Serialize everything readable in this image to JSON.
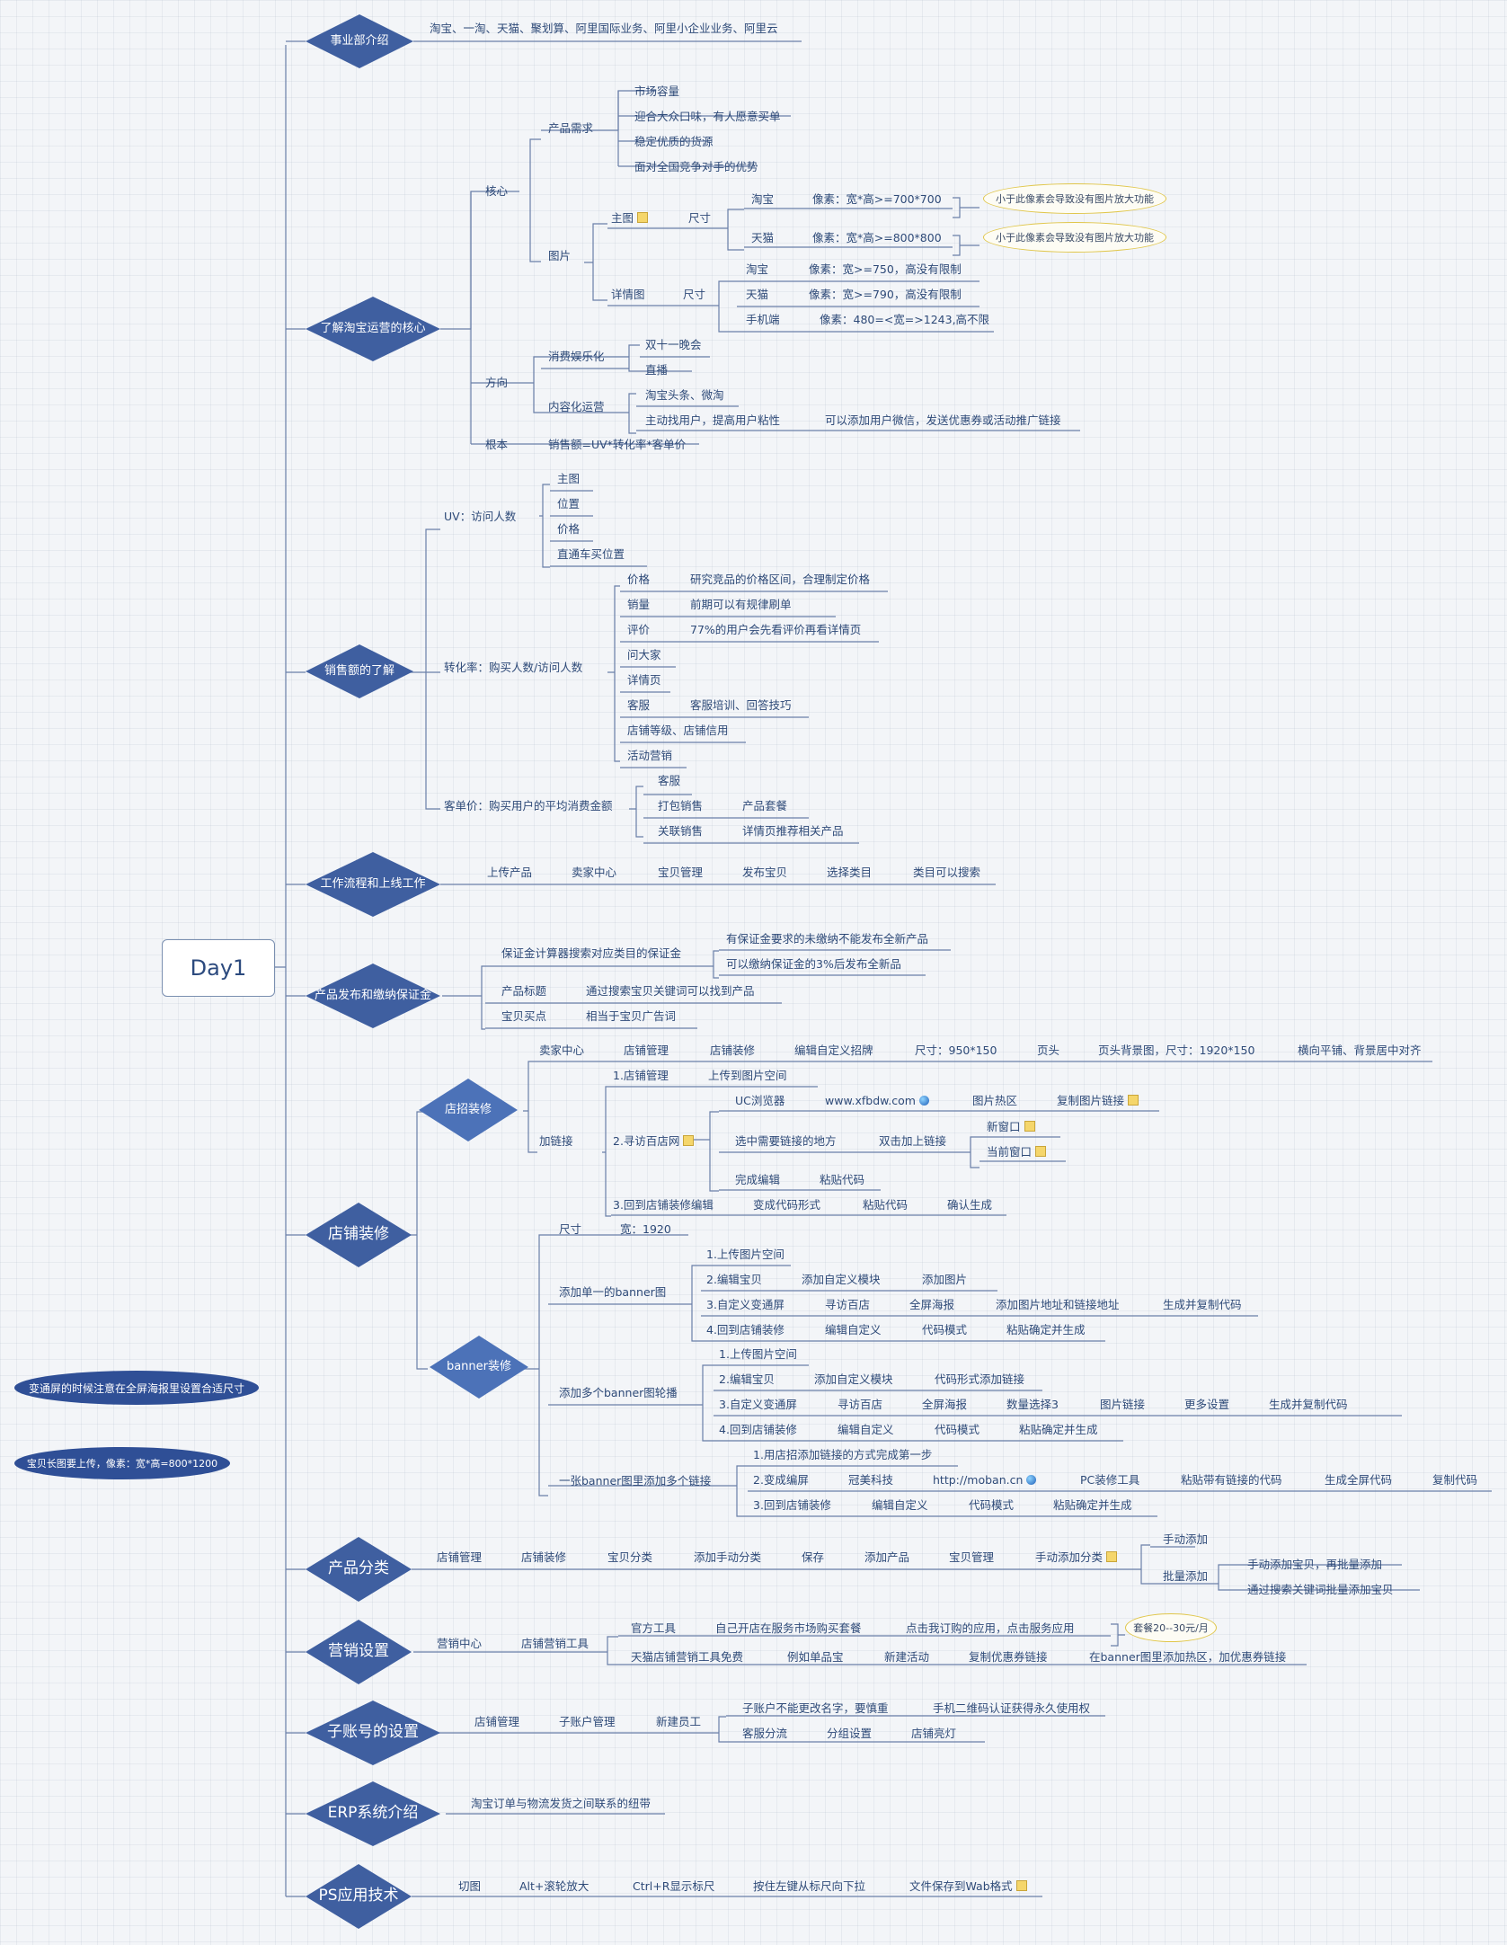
{
  "root": "Day1",
  "notes": {
    "fullscreen": "变通屏的时候注意在全屏海报里设置合适尺寸",
    "long_image": "宝贝长图要上传，像素：宽*高=800*1200"
  },
  "branches": {
    "b1": "事业部介绍",
    "b2": "了解淘宝运营的核心",
    "b3": "销售额的了解",
    "b4": "工作流程和上线工作",
    "b5": "产品发布和缴纳保证金",
    "b6": "店铺装修",
    "b7": "产品分类",
    "b8": "营销设置",
    "b9": "子账号的设置",
    "b10": "ERP系统介绍",
    "b11": "PS应用技术"
  },
  "b1": {
    "n1": "淘宝、一淘、天猫、聚划算、阿里国际业务、阿里小企业业务、阿里云"
  },
  "b2": {
    "core": "核心",
    "demand": "产品需求",
    "d1": "市场容量",
    "d2": "迎合大众口味，有人愿意买单",
    "d3": "稳定优质的货源",
    "d4": "面对全国竞争对手的优势",
    "pic": "图片",
    "main": "主图",
    "size": "尺寸",
    "tb": "淘宝",
    "tb_px": "像素：宽*高>=700*700",
    "tm": "天猫",
    "tm_px": "像素：宽*高>=800*800",
    "oval1": "小于此像素会导致没有图片放大功能",
    "oval2": "小于此像素会导致没有图片放大功能",
    "detail": "详情图",
    "size2": "尺寸",
    "dtb": "淘宝",
    "dtb_px": "像素：宽>=750，高没有限制",
    "dtm": "天猫",
    "dtm_px": "像素：宽>=790，高没有限制",
    "phone": "手机端",
    "phone_px": "像素：480=<宽=>1243,高不限",
    "dir": "方向",
    "ent": "消费娱乐化",
    "e1": "双十一晚会",
    "e2": "直播",
    "content": "内容化运营",
    "c1": "淘宝头条、微淘",
    "c2": "主动找用户，提高用户粘性",
    "c3": "可以添加用户微信，发送优惠券或活动推广链接",
    "root": "根本",
    "formula": "销售额=UV*转化率*客单价"
  },
  "b3": {
    "uv": "UV：访问人数",
    "u1": "主图",
    "u2": "位置",
    "u3": "价格",
    "u4": "直通车买位置",
    "conv": "转化率：购买人数/访问人数",
    "c1": "价格",
    "c1a": "研究竞品的价格区间，合理制定价格",
    "c2": "销量",
    "c2a": "前期可以有规律刷单",
    "c3": "评价",
    "c3a": "77%的用户会先看评价再看详情页",
    "c4": "问大家",
    "c5": "详情页",
    "c6": "客服",
    "c6a": "客服培训、回答技巧",
    "c7": "店铺等级、店铺信用",
    "c8": "活动营销",
    "aov": "客单价：购买用户的平均消费金额",
    "a1": "客服",
    "a2": "打包销售",
    "a2a": "产品套餐",
    "a3": "关联销售",
    "a3a": "详情页推荐相关产品"
  },
  "b4": {
    "s1": "上传产品",
    "s2": "卖家中心",
    "s3": "宝贝管理",
    "s4": "发布宝贝",
    "s5": "选择类目",
    "s6": "类目可以搜索"
  },
  "b5": {
    "g": "保证金计算器搜索对应类目的保证金",
    "g1": "有保证金要求的未缴纳不能发布全新产品",
    "g2": "可以缴纳保证金的3%后发布全新品",
    "t": "产品标题",
    "t1": "通过搜索宝贝关键词可以找到产品",
    "p": "宝贝买点",
    "p1": "相当于宝贝广告词"
  },
  "b6": {
    "sign": "店招装修",
    "seller": "卖家中心",
    "mgr": "店铺管理",
    "deco": "店铺装修",
    "edit": "编辑自定义招牌",
    "sz": "尺寸：950*150",
    "hd": "页头",
    "hdbg": "页头背景图，尺寸：1920*150",
    "tile": "横向平铺、背景居中对齐",
    "link": "加链接",
    "l1": "1.店铺管理",
    "l1a": "上传到图片空间",
    "l2": "2.寻访百店网",
    "uc": "UC浏览器",
    "xf": "www.xfbdw.com",
    "hot": "图片热区",
    "copy": "复制图片链接",
    "need": "选中需要链接的地方",
    "dbl": "双击加上链接",
    "nw": "新窗口",
    "cw": "当前窗口",
    "done": "完成编辑",
    "paste": "粘贴代码",
    "l3": "3.回到店铺装修编辑",
    "code": "变成代码形式",
    "paste2": "粘贴代码",
    "ok": "确认生成",
    "banner": "banner装修",
    "bsize": "尺寸",
    "bw": "宽：1920",
    "single": "添加单一的banner图",
    "s1": "1.上传图片空间",
    "s2": "2.编辑宝贝",
    "s2a": "添加自定义模块",
    "s2b": "添加图片",
    "s3": "3.自定义变通屏",
    "s3a": "寻访百店",
    "s3b": "全屏海报",
    "s3c": "添加图片地址和链接地址",
    "s3d": "生成并复制代码",
    "s4": "4.回到店铺装修",
    "s4a": "编辑自定义",
    "s4b": "代码模式",
    "s4c": "粘贴确定并生成",
    "multi": "添加多个banner图轮播",
    "m1": "1.上传图片空间",
    "m2": "2.编辑宝贝",
    "m2a": "添加自定义模块",
    "m2b": "代码形式添加链接",
    "m3": "3.自定义变通屏",
    "m3a": "寻访百店",
    "m3b": "全屏海报",
    "m3c": "数量选择3",
    "m3d": "图片链接",
    "m3e": "更多设置",
    "m3f": "生成并复制代码",
    "m4": "4.回到店铺装修",
    "m4a": "编辑自定义",
    "m4b": "代码模式",
    "m4c": "粘贴确定并生成",
    "one": "一张banner图里添加多个链接",
    "o1": "1.用店招添加链接的方式完成第一步",
    "o2": "2.变成编屏",
    "o2a": "冠美科技",
    "o2b": "http://moban.cn",
    "o2c": "PC装修工具",
    "o2d": "粘贴带有链接的代码",
    "o2e": "生成全屏代码",
    "o2f": "复制代码",
    "o3": "3.回到店铺装修",
    "o3a": "编辑自定义",
    "o3b": "代码模式",
    "o3c": "粘贴确定并生成"
  },
  "b7": {
    "p1": "店铺管理",
    "p2": "店铺装修",
    "p3": "宝贝分类",
    "p4": "添加手动分类",
    "p5": "保存",
    "p6": "添加产品",
    "p7": "宝贝管理",
    "p8": "手动添加分类",
    "h1": "手动添加",
    "h2": "批量添加",
    "h2a": "手动添加宝贝，再批量添加",
    "h2b": "通过搜索关键词批量添加宝贝"
  },
  "b8": {
    "m1": "营销中心",
    "m2": "店铺营销工具",
    "t1": "官方工具",
    "t1a": "自己开店在服务市场购买套餐",
    "t1b": "点击我订购的应用，点击服务应用",
    "price": "套餐20--30元/月",
    "t2": "天猫店铺营销工具免费",
    "t2a": "例如单品宝",
    "t2b": "新建活动",
    "t2c": "复制优惠券链接",
    "t2d": "在banner图里添加热区，加优惠券链接"
  },
  "b9": {
    "a1": "店铺管理",
    "a2": "子账户管理",
    "a3": "新建员工",
    "n1": "子账户不能更改名字，要慎重",
    "n1a": "手机二维码认证获得永久使用权",
    "n2": "客服分流",
    "n2a": "分组设置",
    "n2b": "店铺亮灯"
  },
  "b10": {
    "e1": "淘宝订单与物流发货之间联系的纽带"
  },
  "b11": {
    "p1": "切图",
    "p2": "Alt+滚轮放大",
    "p3": "Ctrl+R显示标尺",
    "p4": "按住左键从标尺向下拉",
    "p5": "文件保存到Wab格式"
  }
}
